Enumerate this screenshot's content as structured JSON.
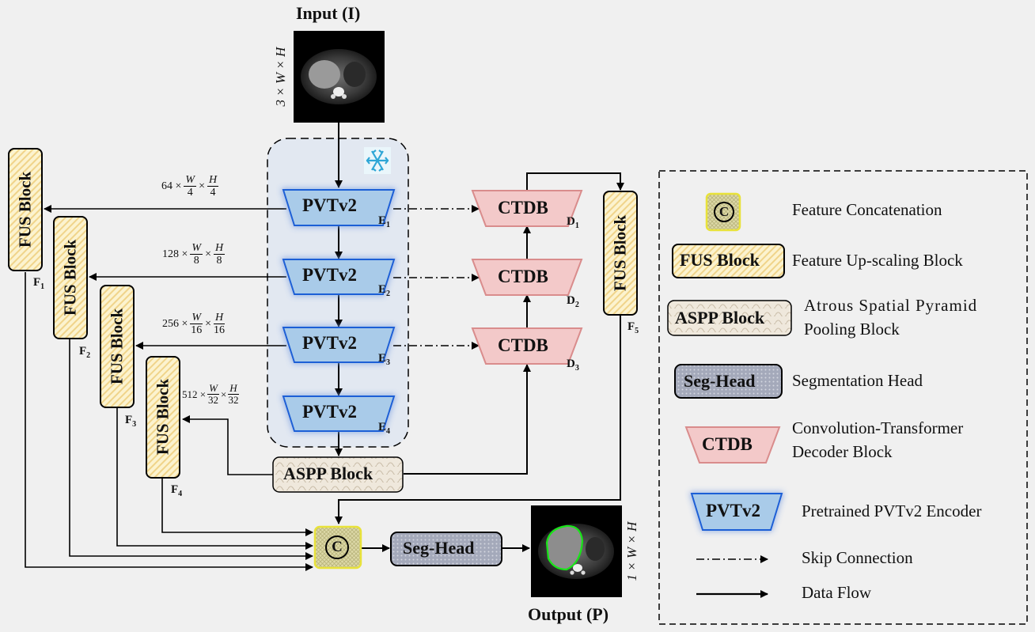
{
  "title_input": "Input (I)",
  "title_output": "Output (P)",
  "input_dim": "3 × W × H",
  "output_dim": "1 × W × H",
  "encoders": [
    {
      "label": "PVTv2",
      "tag": "E",
      "sub": "1"
    },
    {
      "label": "PVTv2",
      "tag": "E",
      "sub": "2"
    },
    {
      "label": "PVTv2",
      "tag": "E",
      "sub": "3"
    },
    {
      "label": "PVTv2",
      "tag": "E",
      "sub": "4"
    }
  ],
  "decoders": [
    {
      "label": "CTDB",
      "tag": "D",
      "sub": "1"
    },
    {
      "label": "CTDB",
      "tag": "D",
      "sub": "2"
    },
    {
      "label": "CTDB",
      "tag": "D",
      "sub": "3"
    }
  ],
  "fus_blocks": [
    {
      "label": "FUS Block",
      "tag": "F",
      "sub": "1"
    },
    {
      "label": "FUS Block",
      "tag": "F",
      "sub": "2"
    },
    {
      "label": "FUS Block",
      "tag": "F",
      "sub": "3"
    },
    {
      "label": "FUS Block",
      "tag": "F",
      "sub": "4"
    },
    {
      "label": "FUS Block",
      "tag": "F",
      "sub": "5"
    }
  ],
  "dims": [
    {
      "c": "64 ×",
      "w": "W",
      "wd": "4",
      "h": "H",
      "hd": "4"
    },
    {
      "c": "128 ×",
      "w": "W",
      "wd": "8",
      "h": "H",
      "hd": "8"
    },
    {
      "c": "256 ×",
      "w": "W",
      "wd": "16",
      "h": "H",
      "hd": "16"
    },
    {
      "c": "512 ×",
      "w": "W",
      "wd": "32",
      "h": "H",
      "hd": "32"
    }
  ],
  "aspp_label": "ASPP Block",
  "seghead_label": "Seg-Head",
  "concat_symbol": "C",
  "times": "×",
  "legend": {
    "concat": "Feature Concatenation",
    "fus_icon": "FUS Block",
    "fus": "Feature Up-scaling Block",
    "aspp_icon": "ASPP Block",
    "aspp_line1": "Atrous Spatial Pyramid",
    "aspp_line2": "Pooling Block",
    "seg_icon": "Seg-Head",
    "seg": "Segmentation Head",
    "ctdb_icon": "CTDB",
    "ctdb_line1": "Convolution-Transformer",
    "ctdb_line2": "Decoder Block",
    "pvt_icon": "PVTv2",
    "pvt": "Pretrained PVTv2 Encoder",
    "skip": "Skip Connection",
    "flow": "Data Flow"
  },
  "colors": {
    "encoder_fill": "#a9cbe9",
    "encoder_glow": "#2f6ff0",
    "decoder_fill": "#f3c9c9",
    "decoder_stroke": "#d98c8c",
    "fus_fill": "#fbf0c2",
    "frozen_bg": "#e3e9f2",
    "seghead_fill": "#9da3b5"
  }
}
